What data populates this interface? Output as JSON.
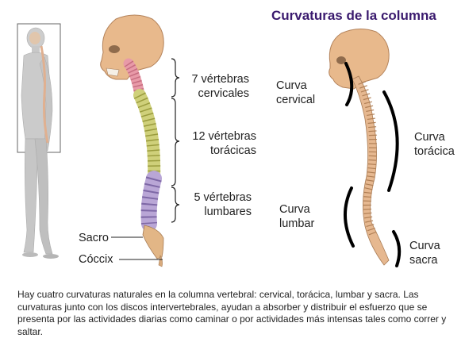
{
  "title": "Curvaturas de la columna",
  "left_labels": {
    "cervical": [
      "7 vértebras",
      "cervicales"
    ],
    "thoracic": [
      "12 vértebras",
      "torácicas"
    ],
    "lumbar": [
      "5 vértebras",
      "lumbares"
    ],
    "sacrum": "Sacro",
    "coccyx": "Cóccix"
  },
  "right_labels": {
    "cervical": [
      "Curva",
      "cervical"
    ],
    "thoracic": [
      "Curva",
      "torácica"
    ],
    "lumbar": [
      "Curva",
      "lumbar"
    ],
    "sacral": [
      "Curva",
      "sacra"
    ]
  },
  "caption": "Hay cuatro curvaturas naturales en la columna vertebral: cervical, torácica, lumbar y sacra. Las curvaturas junto con los discos intervertebrales, ayudan a absorber y distribuir el esfuerzo que se presenta por las actividades diarias como caminar o por actividades más intensas tales como correr y saltar.",
  "colors": {
    "title": "#3a1a6e",
    "cervical": "#e89aa8",
    "thoracic": "#cfd07a",
    "lumbar": "#b9a6d6",
    "bone": "#e6b890",
    "skull": "#e8b98c",
    "body": "#c9c9c9"
  }
}
